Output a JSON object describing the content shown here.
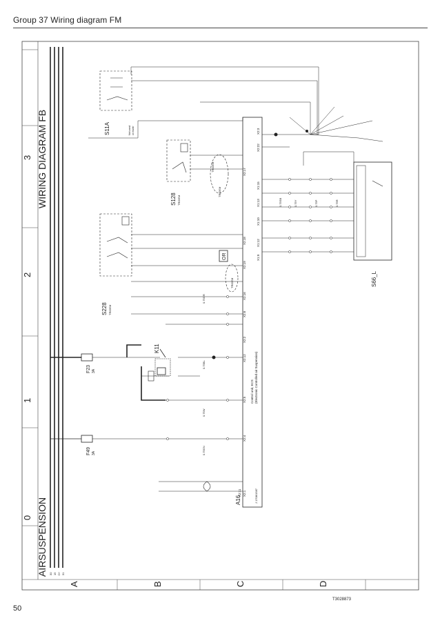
{
  "header": {
    "title": "Group 37 Wiring diagram FM"
  },
  "page_number": "50",
  "figure_id": "T3028873",
  "diagram": {
    "section_title": "AIRSUSPENSION",
    "wiring_title": "WIRING DIAGRAM FB",
    "column_labels": [
      "0",
      "1",
      "2",
      "3"
    ],
    "row_labels": [
      "A",
      "B",
      "C",
      "D"
    ],
    "bus_labels": [
      "30",
      "15",
      "D+",
      "31"
    ],
    "fuses": [
      {
        "name": "F49",
        "rating": "3A"
      },
      {
        "name": "F23",
        "rating": "3A"
      }
    ],
    "relay": {
      "name": "K11"
    },
    "switches": [
      {
        "name": "S11A",
        "note_1": "Not used",
        "note_2": "on trailer"
      },
      {
        "name": "S128",
        "sub": "TRIDEM"
      },
      {
        "name": "S228",
        "sub": "TRIDEM"
      }
    ],
    "control_unit": {
      "name": "A16",
      "line_1": "Control unit, ECS",
      "line_2": "(Electronic Controlled air Suspension)",
      "bus": "J 1708/1587"
    },
    "connector": {
      "name": "S66_L"
    },
    "tridem_marks": [
      "TRIDEM",
      "TRIDEM",
      "TRIDEM"
    ],
    "or_mark": "OR",
    "pins": [
      "X2:11",
      "X2:1",
      "X2:4",
      "X2:5",
      "X2:12",
      "X2:2",
      "X2:6",
      "X2:16",
      "X2:19",
      "X2:18",
      "X2:17",
      "X2:22",
      "X2:3",
      "X1:15",
      "X1:13",
      "X1:10",
      "X1:12",
      "X1:9"
    ],
    "wires": [
      "0.75GN",
      "0.75W",
      "0.75BL",
      "0.75GR",
      "0.75SB",
      "0.75Y",
      "0.75P",
      "0.75R"
    ]
  }
}
